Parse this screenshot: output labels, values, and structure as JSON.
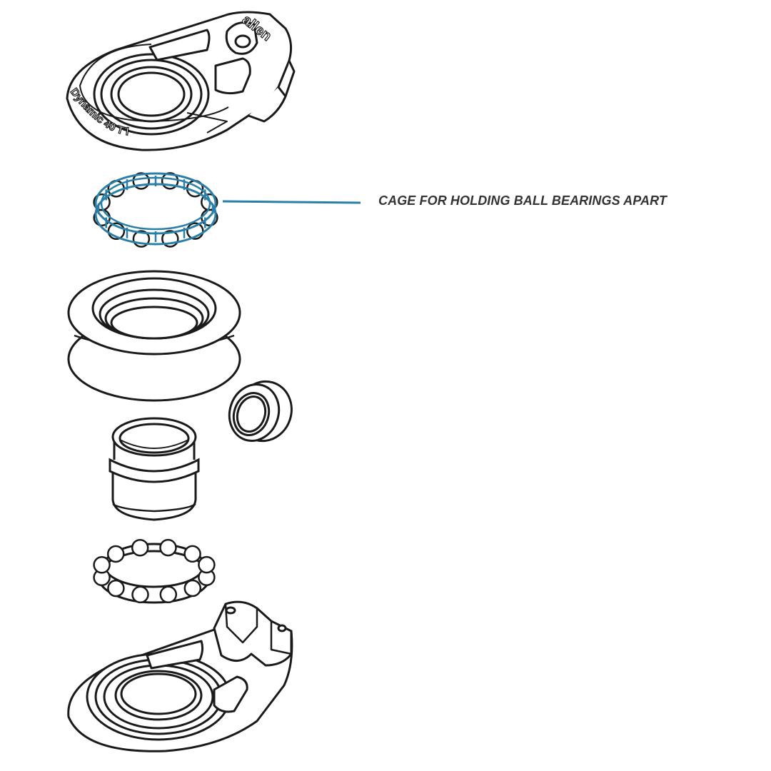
{
  "callout": {
    "label": "CAGE FOR HOLDING BALL BEARINGS APART"
  },
  "engravings": {
    "brand": "allen",
    "model": "Dynamic 40 T’l"
  },
  "colors": {
    "highlight": "#2a7fa6",
    "line": "#1a1a1a",
    "label": "#333333"
  },
  "parts": [
    "top-cheek-plate",
    "bearing-cage",
    "sheave",
    "bushing",
    "axle-sleeve",
    "ball-bearing-ring",
    "bottom-cheek-plate"
  ]
}
